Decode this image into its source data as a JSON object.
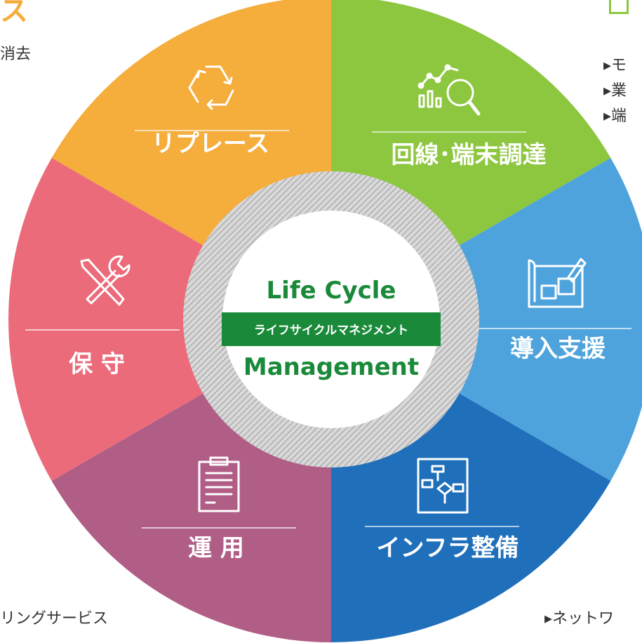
{
  "colors": {
    "replace": "#f5ad3c",
    "procurement": "#8dc63f",
    "support": "#4fa3dc",
    "infra": "#1f6fba",
    "operation": "#b05e86",
    "maintenance": "#eb6b7a",
    "center_title": "#1a8a3a",
    "badge": "#1a8a3a"
  },
  "segments": [
    {
      "key": "replace",
      "label": "リプレース",
      "icon": "recycle-icon"
    },
    {
      "key": "procurement",
      "label": "回線･端末調達",
      "icon": "analytics-search-icon"
    },
    {
      "key": "support",
      "label": "導入支援",
      "icon": "blueprint-icon"
    },
    {
      "key": "infra",
      "label": "インフラ整備",
      "icon": "flowchart-icon"
    },
    {
      "key": "operation",
      "label": "運 用",
      "icon": "clipboard-icon"
    },
    {
      "key": "maintenance",
      "label": "保 守",
      "icon": "tools-icon"
    }
  ],
  "center": {
    "title_top": "Life Cycle",
    "badge": "ライフサイクルマネジメント",
    "title_bottom": "Management"
  },
  "corners": {
    "top_left_heading": "ス",
    "top_left_text": "消去",
    "top_right_items": [
      "▸モ",
      "▸業",
      "▸端"
    ],
    "bottom_left_text": "リングサービス",
    "bottom_right_text": "▸ネットワ"
  }
}
